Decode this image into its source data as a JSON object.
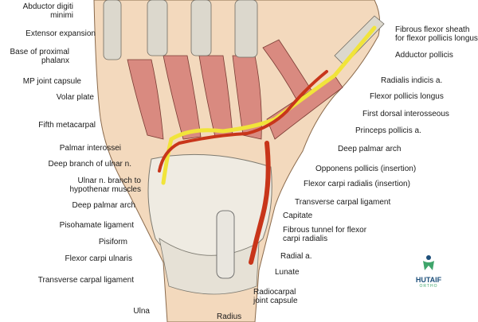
{
  "colors": {
    "skin": "#f3d9bd",
    "bone": "#f1ece1",
    "muscle": "#d98a80",
    "tendon": "#dcd8cd",
    "nerve": "#f1e43a",
    "artery": "#c8351a"
  },
  "labels_left": [
    {
      "key": "adm",
      "text": "Abductor digiti\nminimi"
    },
    {
      "key": "ext",
      "text": "Extensor expansion"
    },
    {
      "key": "bpp",
      "text": "Base of proximal\nphalanx"
    },
    {
      "key": "mpj",
      "text": "MP joint capsule"
    },
    {
      "key": "vp",
      "text": "Volar plate"
    },
    {
      "key": "fm",
      "text": "Fifth metacarpal"
    },
    {
      "key": "pi",
      "text": "Palmar interossei"
    },
    {
      "key": "dbu",
      "text": "Deep branch of ulnar n."
    },
    {
      "key": "unb",
      "text": "Ulnar n. branch to\nhypothenar muscles"
    },
    {
      "key": "dpa",
      "text": "Deep palmar arch"
    },
    {
      "key": "ph",
      "text": "Pisohamate ligament"
    },
    {
      "key": "pis",
      "text": "Pisiform"
    },
    {
      "key": "fcu",
      "text": "Flexor carpi ulnaris"
    },
    {
      "key": "tcl",
      "text": "Transverse carpal ligament"
    },
    {
      "key": "ulna",
      "text": "Ulna"
    }
  ],
  "labels_right": [
    {
      "key": "ffs",
      "text": "Fibrous flexor sheath\nfor flexor pollicis longus"
    },
    {
      "key": "ap",
      "text": "Adductor pollicis"
    },
    {
      "key": "ria",
      "text": "Radialis indicis a."
    },
    {
      "key": "fpl",
      "text": "Flexor pollicis longus"
    },
    {
      "key": "fdi",
      "text": "First dorsal interosseous"
    },
    {
      "key": "ppa",
      "text": "Princeps pollicis a."
    },
    {
      "key": "dpa2",
      "text": "Deep palmar arch"
    },
    {
      "key": "opp",
      "text": "Opponens pollicis (insertion)"
    },
    {
      "key": "fcr",
      "text": "Flexor carpi radialis (insertion)"
    },
    {
      "key": "tcl2",
      "text": "Transverse carpal ligament"
    },
    {
      "key": "cap",
      "text": "Capitate"
    },
    {
      "key": "ftf",
      "text": "Fibrous tunnel for flexor\ncarpi radialis"
    },
    {
      "key": "ra",
      "text": "Radial a."
    },
    {
      "key": "lun",
      "text": "Lunate"
    },
    {
      "key": "rjc",
      "text": "Radiocarpal\njoint capsule"
    },
    {
      "key": "rad",
      "text": "Radius"
    }
  ],
  "logo": {
    "name": "HUTAIF",
    "sub": "ORTHO"
  }
}
